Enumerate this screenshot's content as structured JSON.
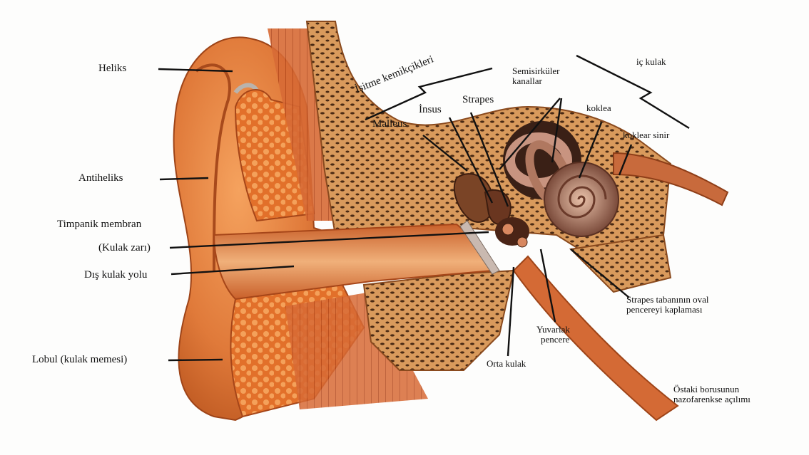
{
  "diagram": {
    "labels": {
      "heliks": "Heliks",
      "antiheliks": "Antiheliks",
      "timpanik": "Timpanik membran",
      "kulak_zari": "(Kulak zarı)",
      "dis_kulak_yolu": "Dış kulak yolu",
      "lobul": "Lobul (kulak memesi)",
      "isitme_kemikcikleri": "İşitme kemikçikleri",
      "malleus": "Malleus",
      "insus": "İnsus",
      "strapes": "Strapes",
      "semisirkuler_1": "Semisirküler",
      "semisirkuler_2": "kanallar",
      "ic_kulak": "iç kulak",
      "koklea": "koklea",
      "koklear_sinir": "koklear sinir",
      "oval_pencere_1": "Strapes tabanının oval",
      "oval_pencere_2": "pencereyi kaplaması",
      "yuvarlak_1": "Yuvarlak",
      "yuvarlak_2": "pencere",
      "orta_kulak": "Orta kulak",
      "ostaki_1": "Östaki borusunun",
      "ostaki_2": "nazofarenkse açılımı"
    },
    "colors": {
      "skin": "#e07a3a",
      "skin_dark": "#b8531d",
      "skin_light": "#f4a062",
      "bone": "#d99a5c",
      "bone_spot": "#4a2a14",
      "cochlea": "#b07860",
      "leader": "#111111"
    }
  }
}
